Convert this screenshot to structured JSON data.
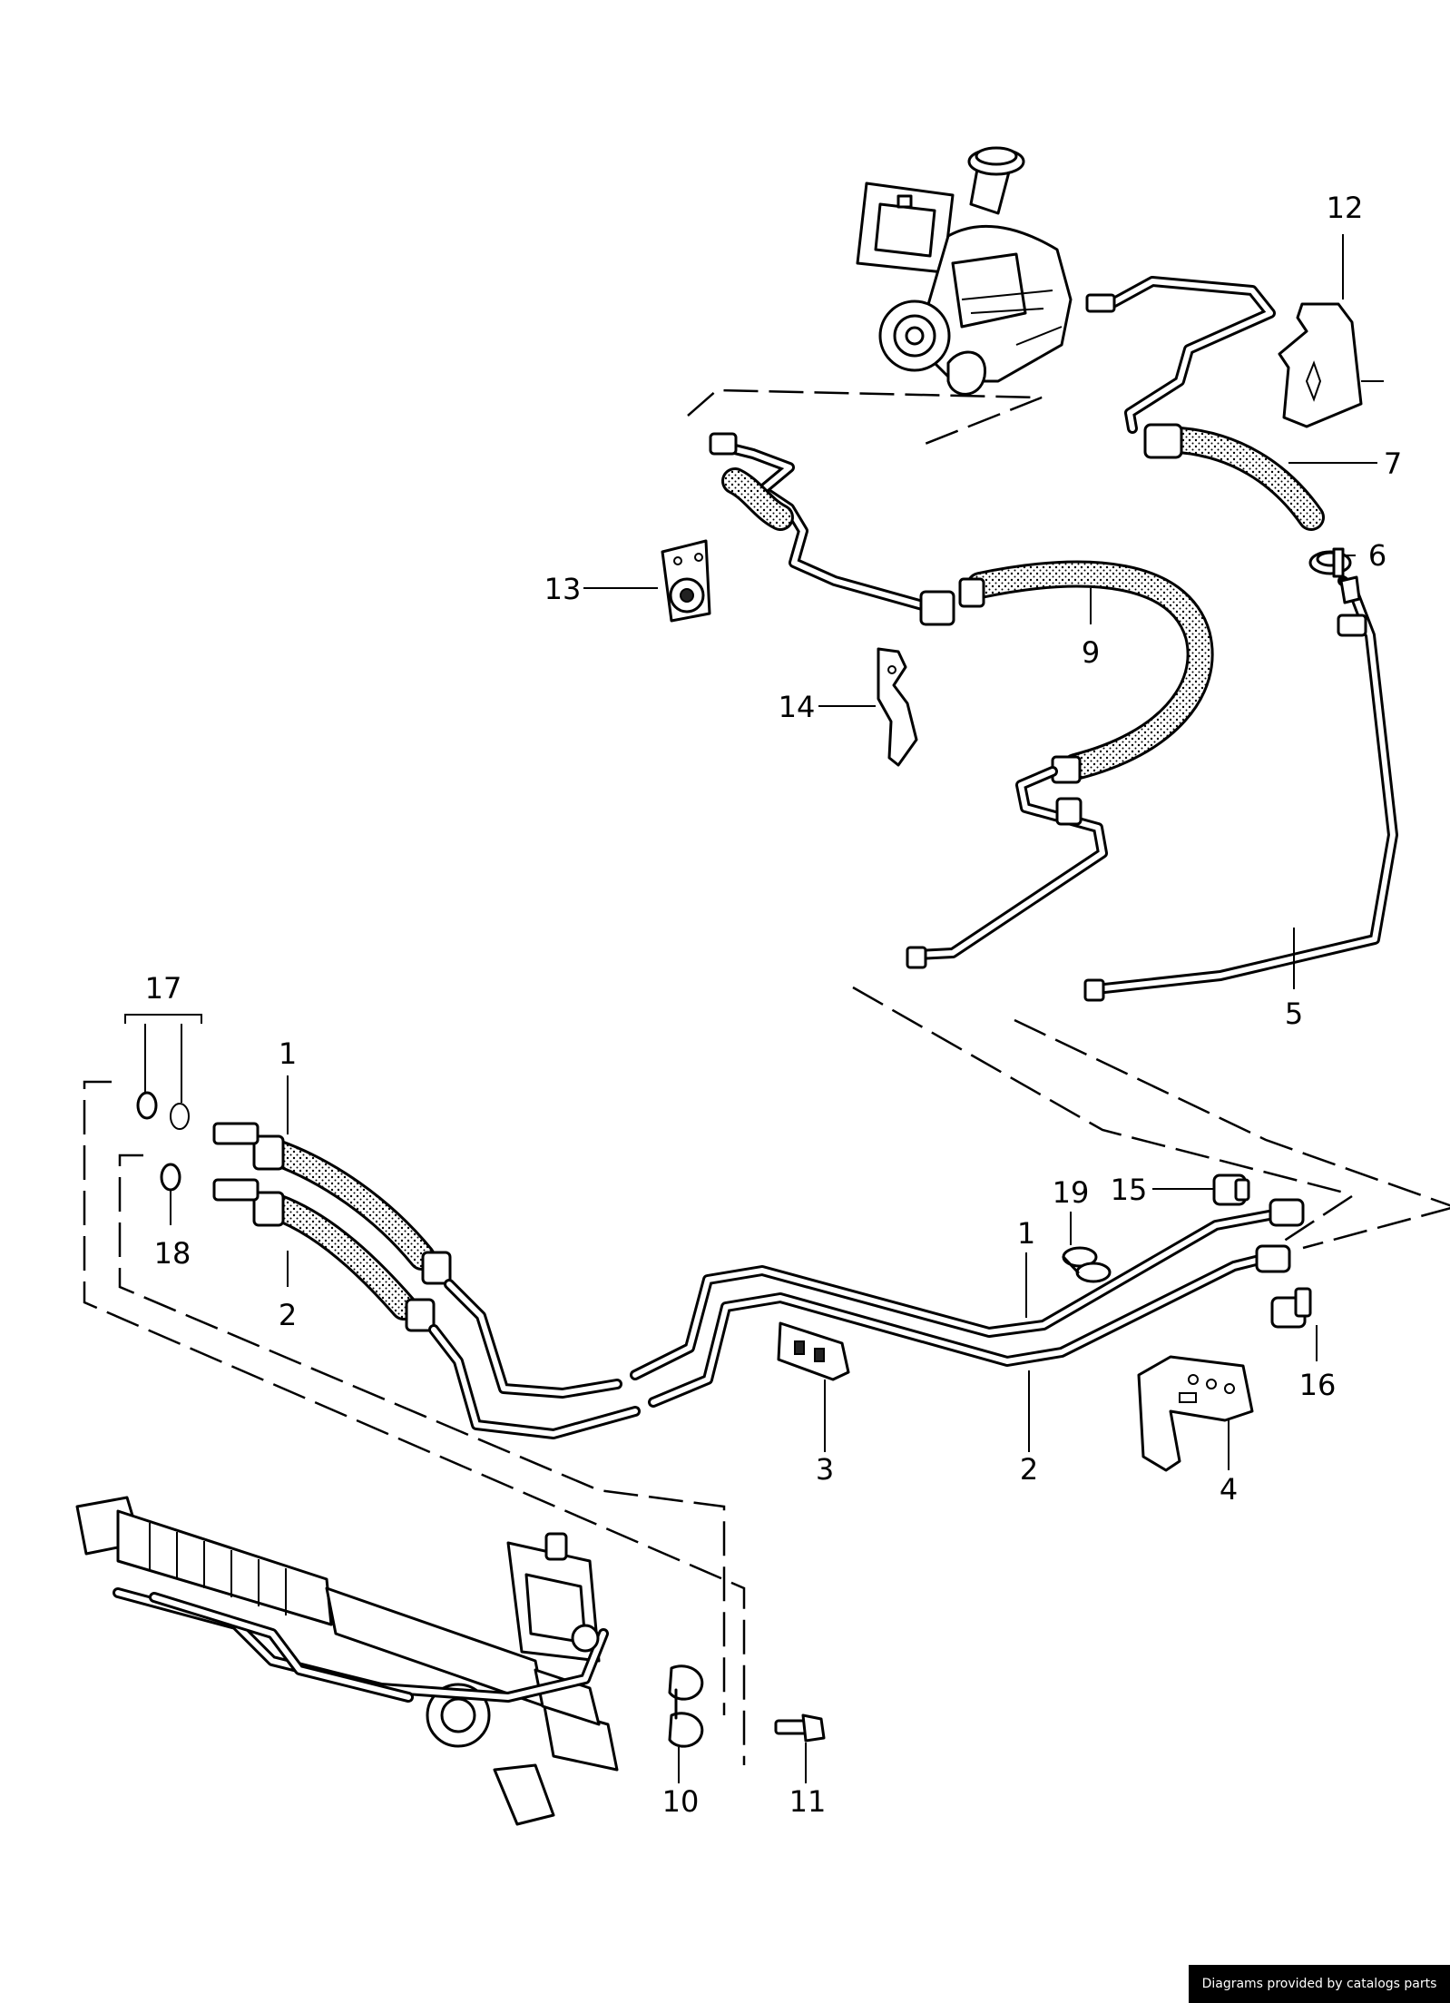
{
  "callouts": [
    {
      "id": "c1a",
      "label": "1"
    },
    {
      "id": "c1b",
      "label": "1"
    },
    {
      "id": "c2a",
      "label": "2"
    },
    {
      "id": "c2b",
      "label": "2"
    },
    {
      "id": "c3",
      "label": "3"
    },
    {
      "id": "c4",
      "label": "4"
    },
    {
      "id": "c5",
      "label": "5"
    },
    {
      "id": "c6",
      "label": "6"
    },
    {
      "id": "c7",
      "label": "7"
    },
    {
      "id": "c9",
      "label": "9"
    },
    {
      "id": "c10",
      "label": "10"
    },
    {
      "id": "c11",
      "label": "11"
    },
    {
      "id": "c12",
      "label": "12"
    },
    {
      "id": "c13",
      "label": "13"
    },
    {
      "id": "c14",
      "label": "14"
    },
    {
      "id": "c15",
      "label": "15"
    },
    {
      "id": "c16",
      "label": "16"
    },
    {
      "id": "c17",
      "label": "17"
    },
    {
      "id": "c18",
      "label": "18"
    },
    {
      "id": "c19",
      "label": "19"
    }
  ],
  "footer": {
    "credit": "Diagrams provided by catalogs parts"
  }
}
